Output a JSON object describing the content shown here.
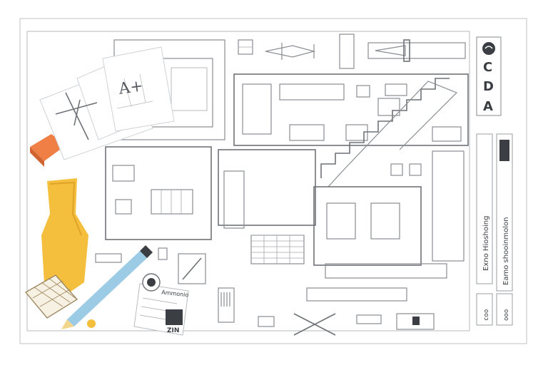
{
  "title_block": {
    "letters": [
      "C",
      "D",
      "A"
    ],
    "side_labels": [
      "Exno Hioshoing",
      "Eamo shooinmolon"
    ],
    "small_codes": [
      "coo",
      "ooo"
    ]
  },
  "papers": {
    "sketch_note": "A+",
    "card_title": "Ammonio",
    "card_logo_text": "ZIN"
  },
  "colors": {
    "paper": "#ffffff",
    "line": "#8a8d92",
    "eraser": "#ef7f45",
    "tape": "#f4bf3c",
    "pen": "#9ccbe6"
  }
}
